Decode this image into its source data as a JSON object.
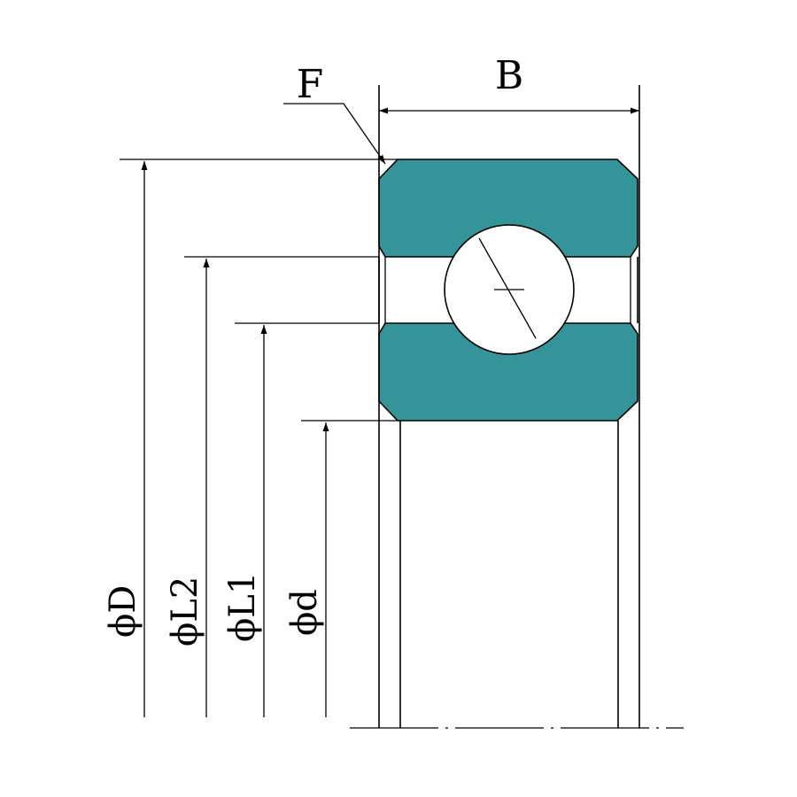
{
  "diagram": {
    "labels": {
      "width": "B",
      "chamfer": "F",
      "outer_diameter": "ϕD",
      "shoulder_l2": "ϕL2",
      "shoulder_l1": "ϕL1",
      "inner_diameter": "ϕd"
    },
    "colors": {
      "ring_fill": "#35949a",
      "line": "#000000",
      "background": "#ffffff"
    }
  }
}
